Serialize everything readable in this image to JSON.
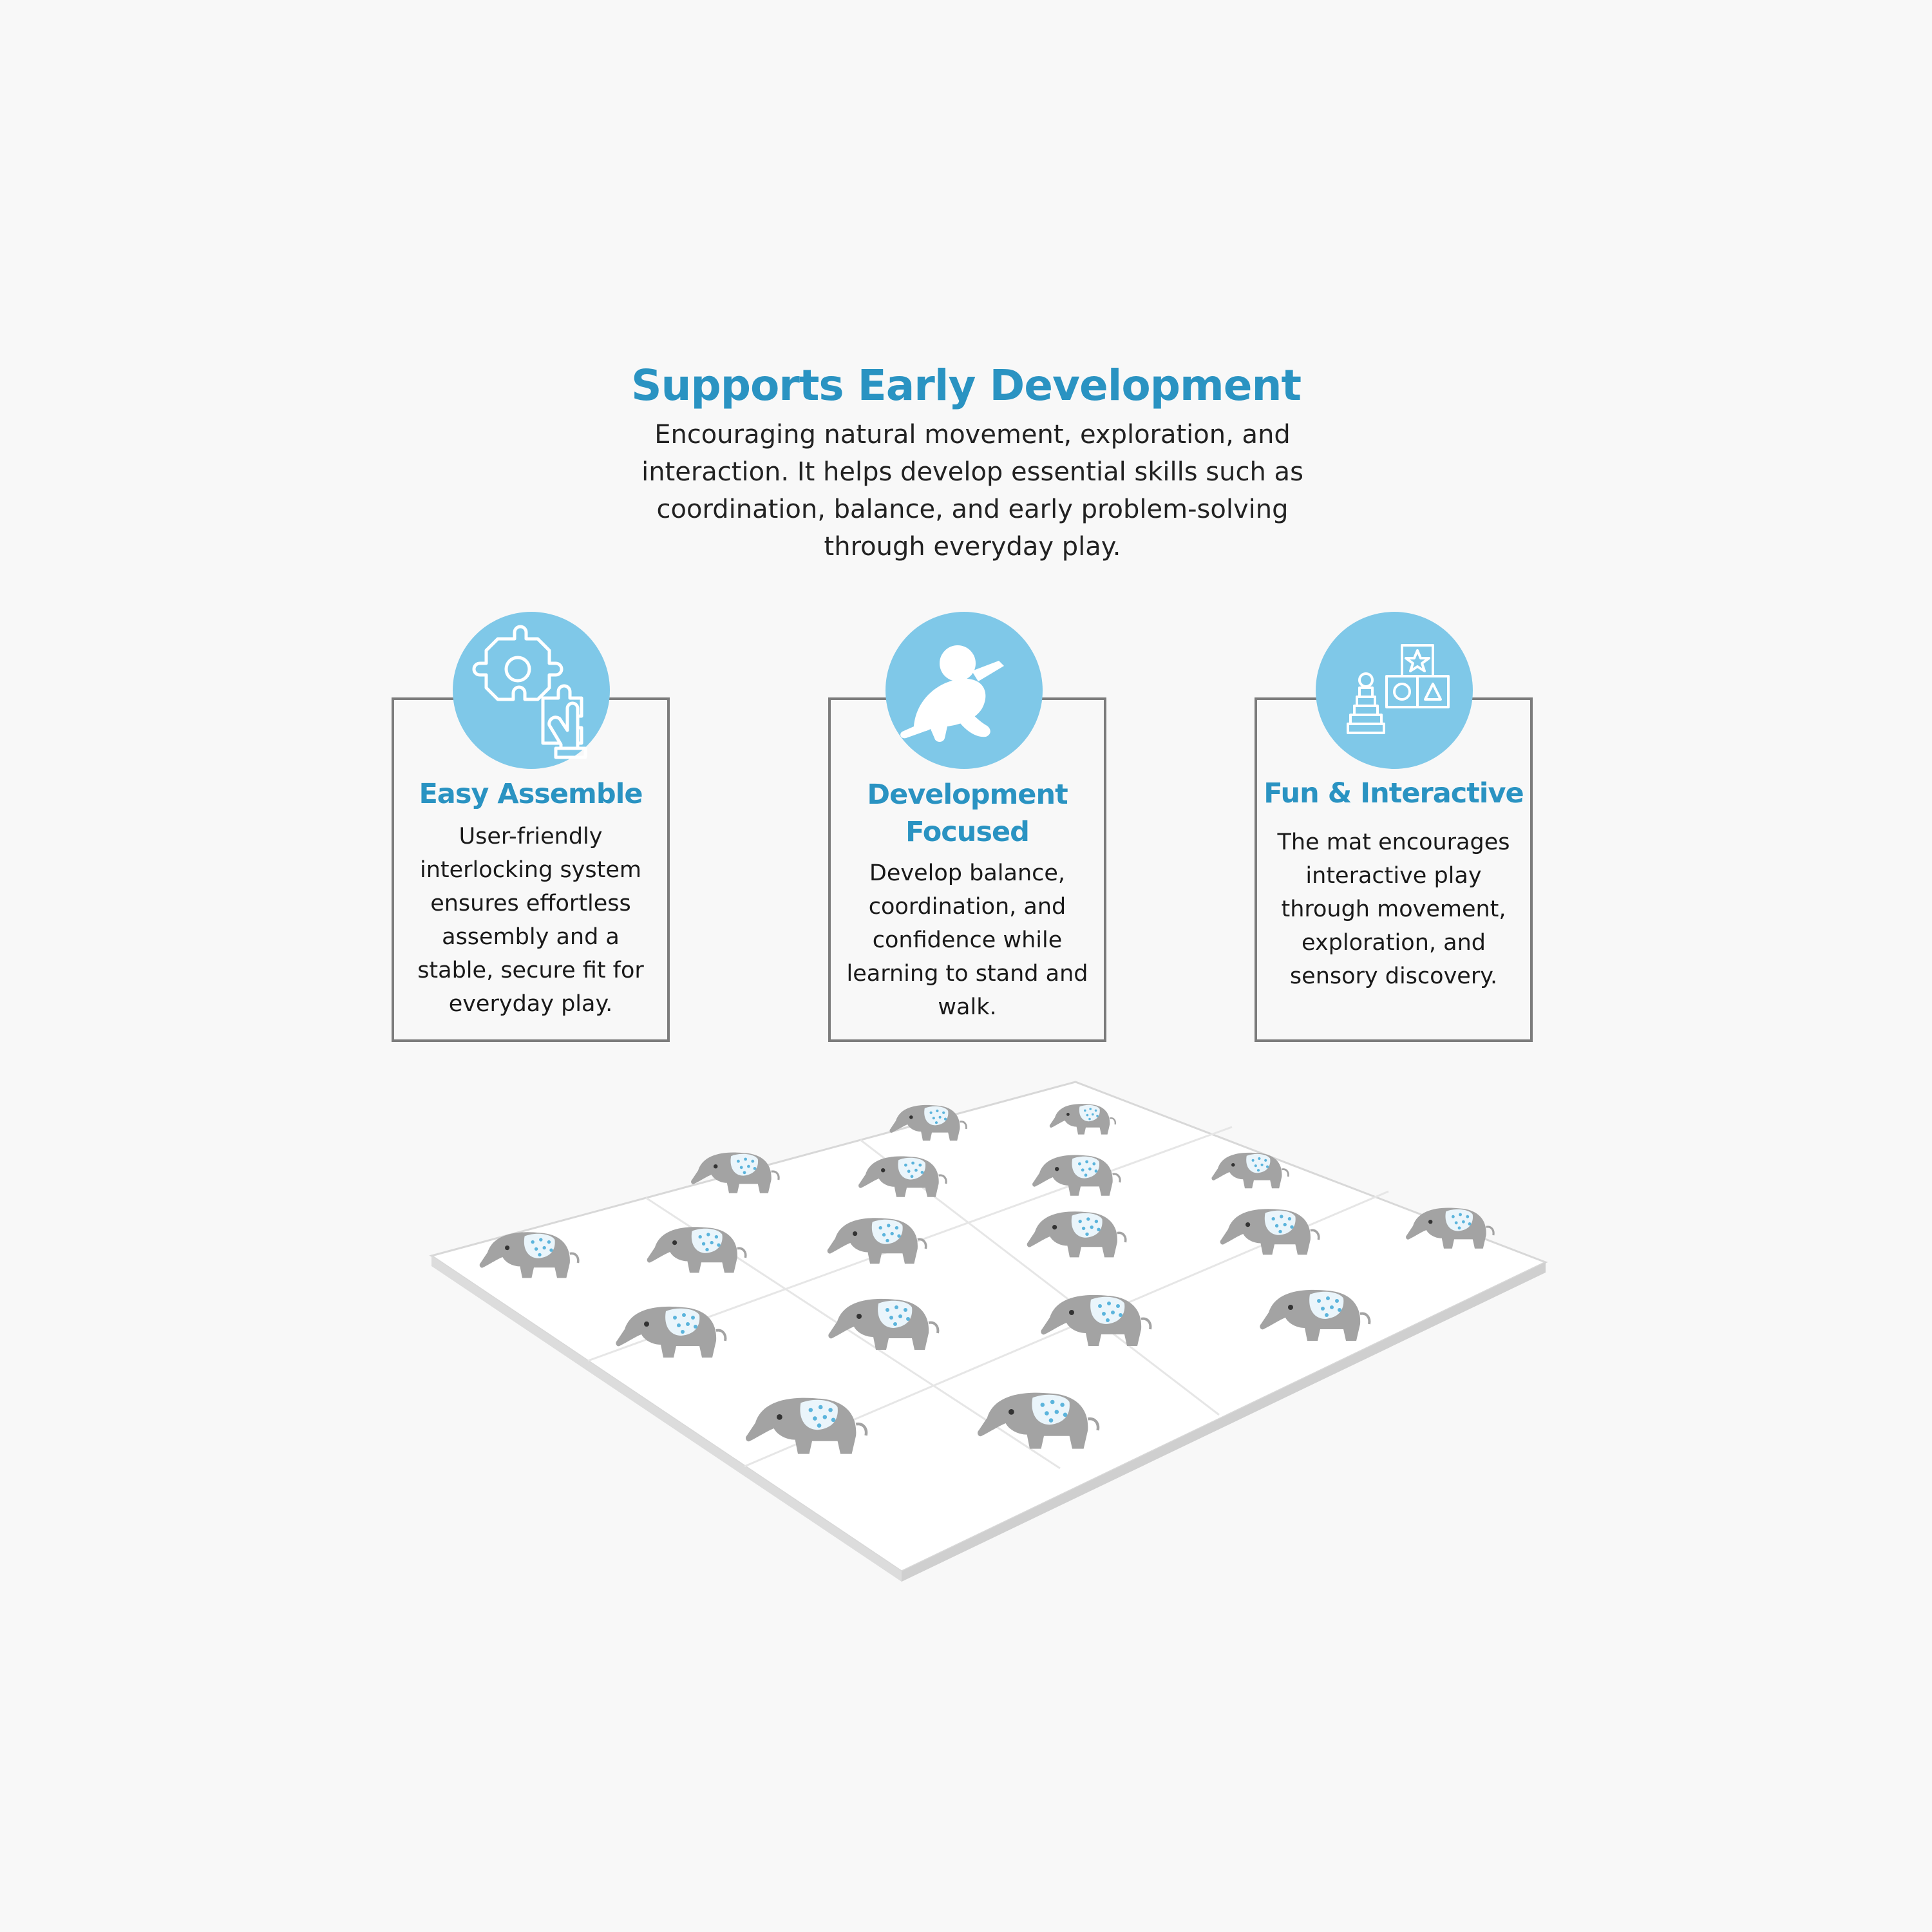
{
  "headline": "Supports Early Development",
  "intro": "Encouraging natural movement, exploration, and interaction. It helps develop essential skills such as coordination, balance, and early problem-solving through everyday play.",
  "colors": {
    "accent": "#2a93c2",
    "badge": "#7fc8e8",
    "border": "#7c7c7c",
    "background": "#f8f8f8"
  },
  "features": [
    {
      "icon": "puzzle-gears-icon",
      "title": "Easy Assemble",
      "body": "User-friendly interlocking system ensures effortless assembly and a stable, secure fit for everyday play."
    },
    {
      "icon": "crawling-baby-icon",
      "title": "Development Focused",
      "body": "Develop balance, coordination, and confidence while learning to stand and walk."
    },
    {
      "icon": "toy-blocks-icon",
      "title": "Fun & Interactive",
      "body": "The mat encourages interactive play through movement, exploration, and sensory discovery."
    }
  ],
  "product": {
    "name": "elephant-print-foam-mat",
    "tiles": 9
  }
}
